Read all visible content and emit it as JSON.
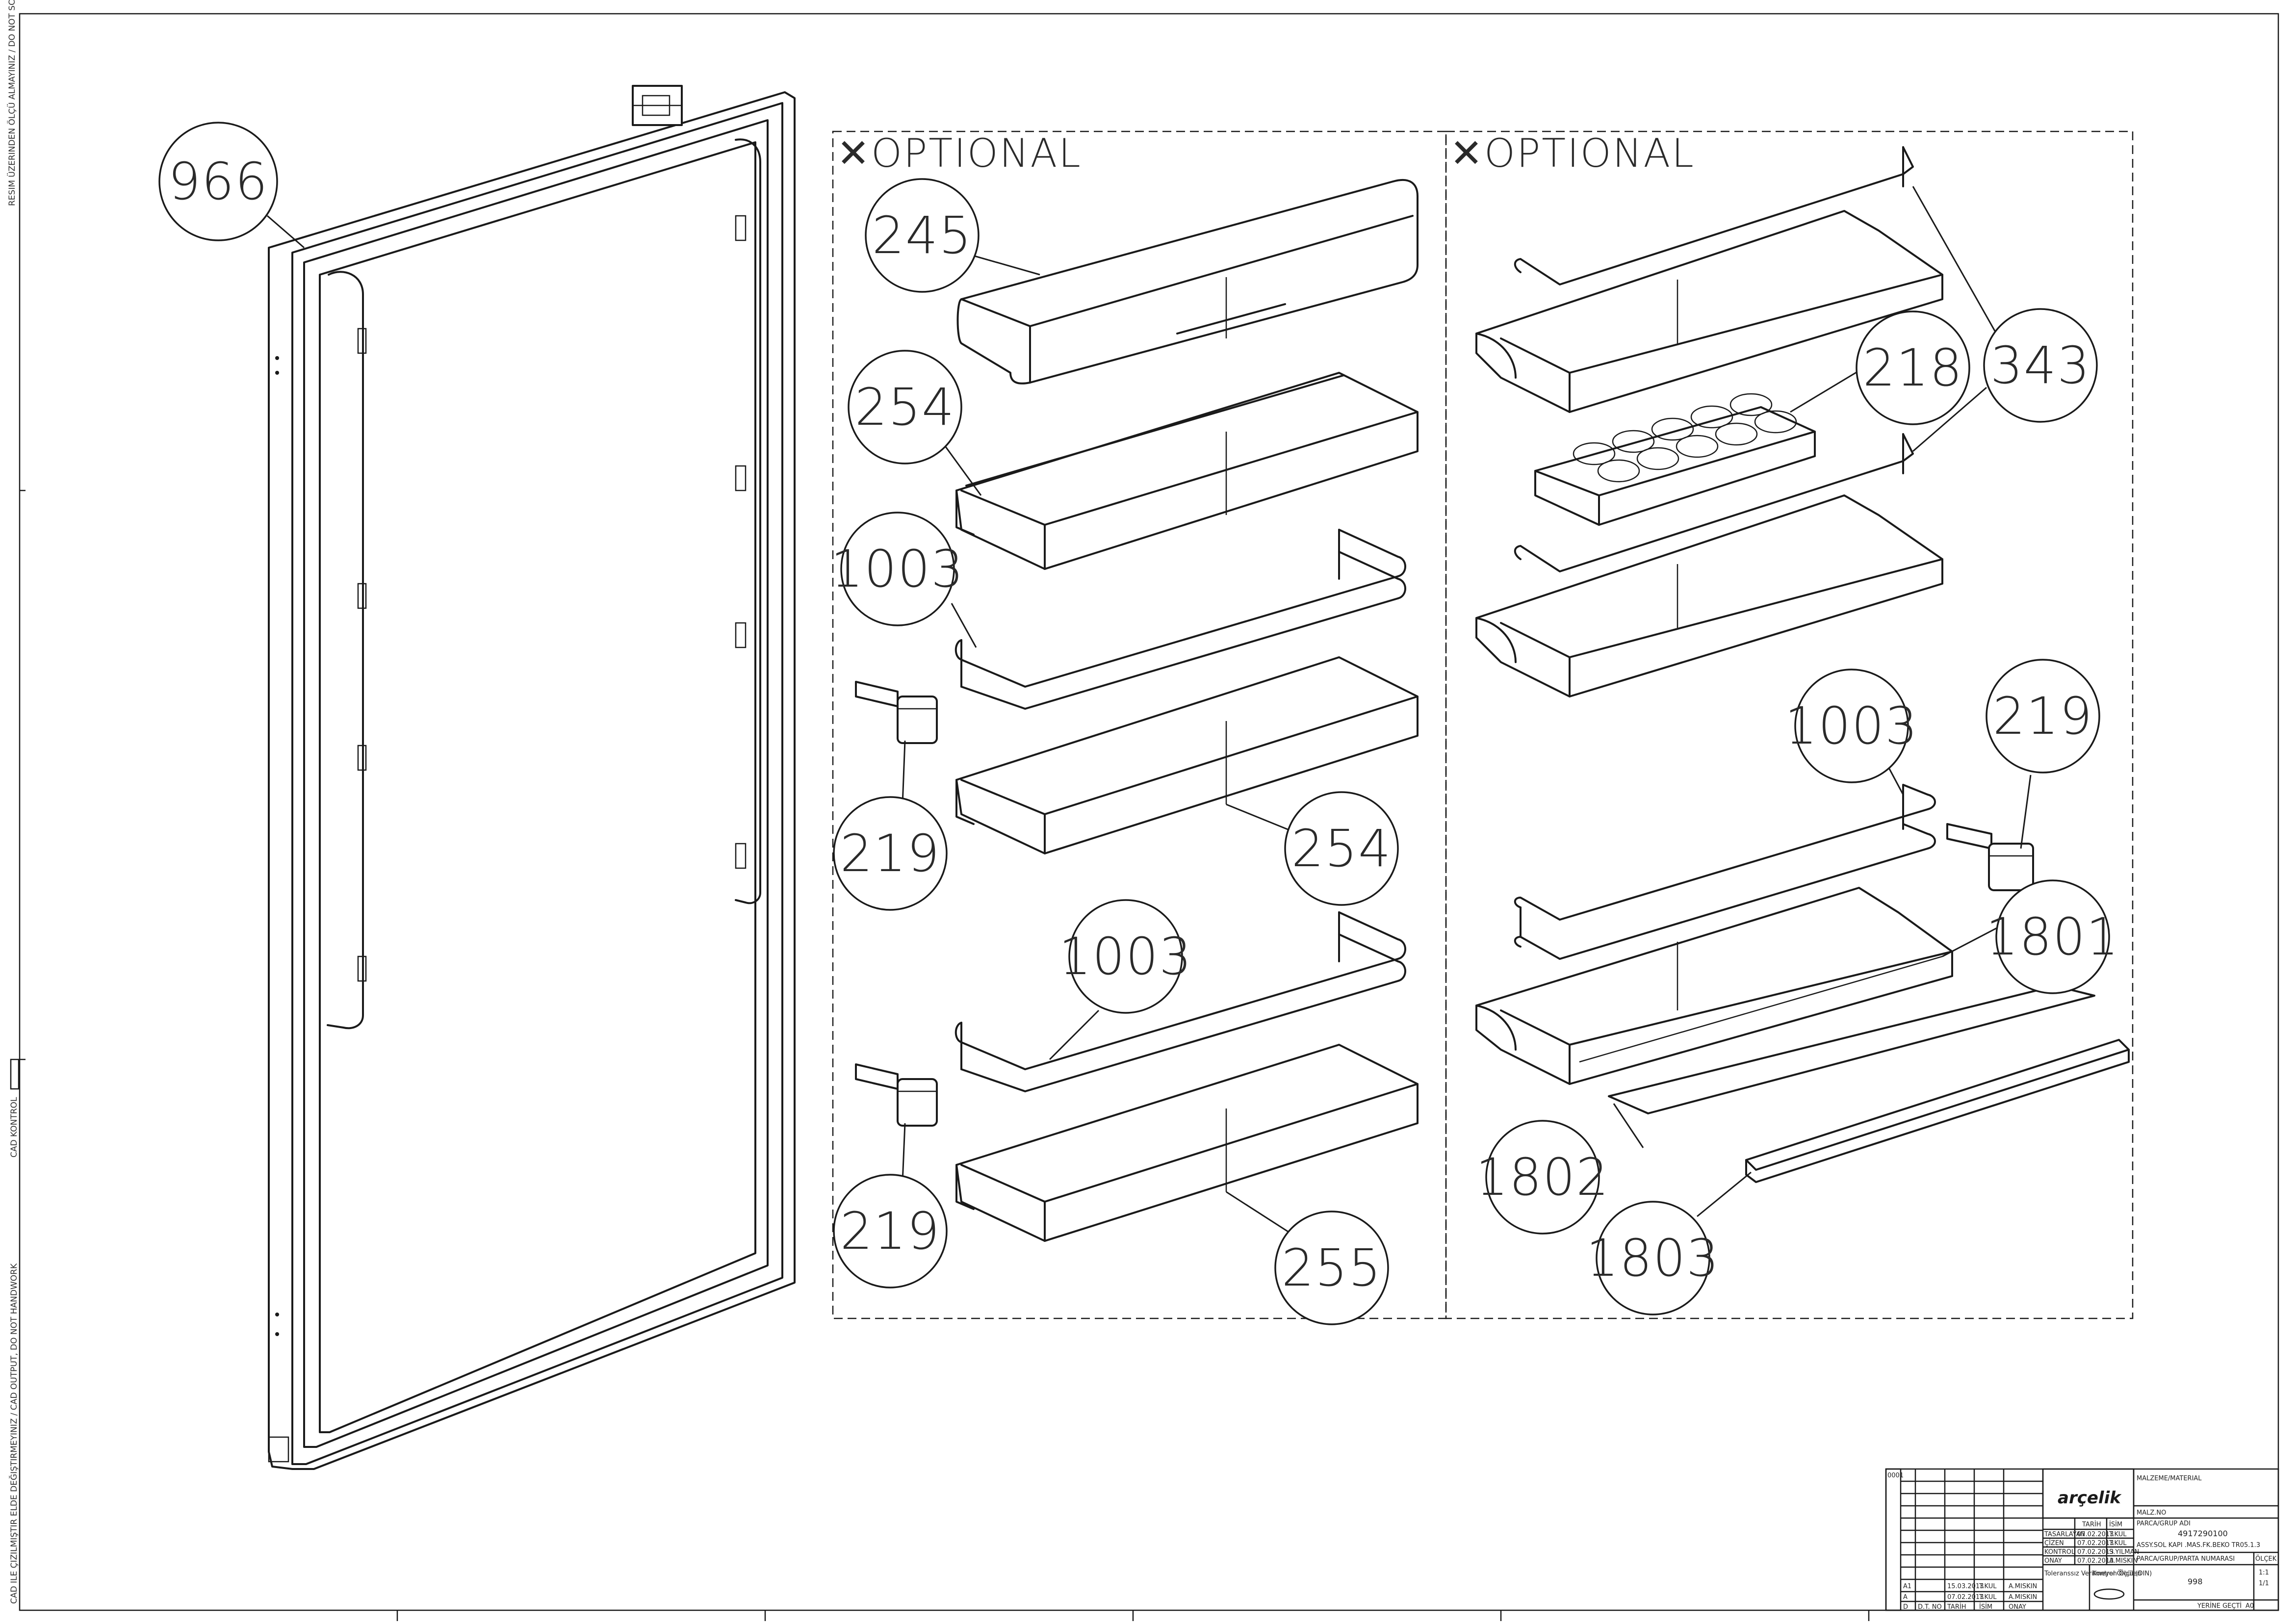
{
  "margin_notes": {
    "top_left": "RESIM ÜZERINDEN ÖLÇÜ ALMAYINIZ / DO NOT SCALE",
    "cad_control": "CAD KONTROL",
    "bottom_left": "CAD ILE ÇIZILMIŞTIR ELDE DEĞIŞTIRMEYINIZ / CAD OUTPUT, DO NOT HANDWORK"
  },
  "optional_labels": [
    "✕OPTIONAL",
    "✕OPTIONAL"
  ],
  "callouts": {
    "door": "966",
    "dairy_lid": "245",
    "shelf_254_a": "254",
    "rail_1003_a": "1003",
    "clip_219_a": "219",
    "shelf_254_b": "254",
    "rail_1003_b": "1003",
    "clip_219_b": "219",
    "shelf_255": "255",
    "egg_tray": "218",
    "rail_343": "343",
    "rail_1003_c": "1003",
    "clip_219_c": "219",
    "shelf_1801": "1801",
    "glass_1802": "1802",
    "trim_1803": "1803"
  },
  "title_block": {
    "brand": "arçelik",
    "header_code": "0001",
    "material_label": "MALZEME/MATERIAL",
    "malzeme_no_label": "MALZ.NO",
    "parca_label": "PARCA/GRUP ADI",
    "part_number": "4917290100",
    "part_name": "ASSY.SOL KAPI .MAS.FK.BEKO TR05.1.3",
    "row_labels": [
      "TARİH",
      "İSİM"
    ],
    "rows": [
      {
        "role": "TASARLAYAN",
        "date": "07.02.2013",
        "name": "T.KUL"
      },
      {
        "role": "ÇİZEN",
        "date": "07.02.2013",
        "name": "T.KUL"
      },
      {
        "role": "KONTROL",
        "date": "07.02.2013",
        "name": "S.YILMAN"
      },
      {
        "role": "ONAY",
        "date": "07.02.2013",
        "name": "A.MISKIN"
      }
    ],
    "parca_grup_label": "PARCA/GRUP/PARTA NUMARASI",
    "olcek_label": "ÖLÇEK",
    "scale": "1:1",
    "drawing_number": "998",
    "tolerance_label": "Toleranssız Verilmeyen Ölçü (DIN)",
    "kontrol_label": "Kontrol Ölçüleri",
    "revisions": [
      {
        "rev": "A1",
        "date": "15.03.2013",
        "name": "T.KUL",
        "by": "A.MISKIN"
      },
      {
        "rev": "A",
        "date": "07.02.2013",
        "name": "T.KUL",
        "by": "A.MISKIN"
      }
    ],
    "rev_headers": [
      "D",
      "D.T. NO",
      "TARİH",
      "İSİM",
      "ONAY"
    ],
    "sheet_label": "YERİNE GEÇTİ",
    "sheet_value": "A0",
    "sheet_count": "1/1"
  }
}
